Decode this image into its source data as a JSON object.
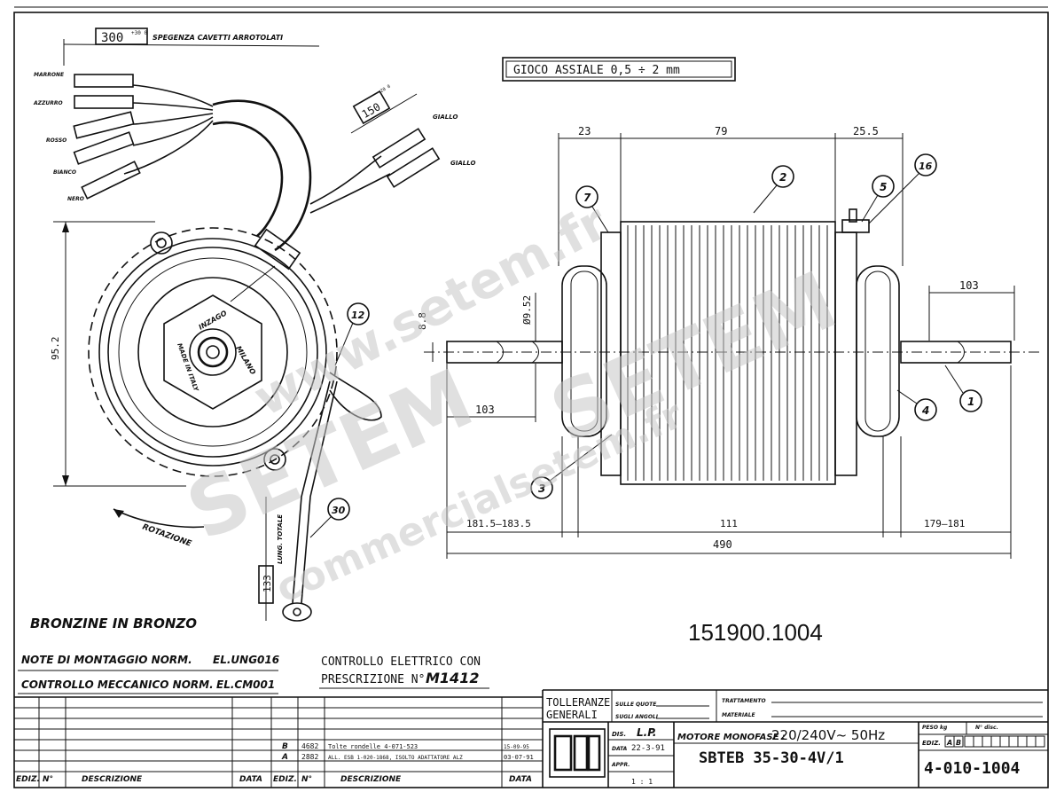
{
  "header": {
    "cable_length": "300",
    "cable_tol": "+30 0",
    "cable_note": "SPEGENZA CAVETTI ARROTOLATI",
    "axial_play": "GIOCO ASSIALE  0,5 ÷ 2 mm"
  },
  "wires": {
    "left": [
      "MARRONE",
      "AZZURRO",
      "ROSSO",
      "BIANCO",
      "NERO"
    ],
    "right": [
      "GIALLO",
      "GIALLO"
    ],
    "right_length": "150",
    "right_tol": "+20 0"
  },
  "end_view": {
    "height": "95.2",
    "hub_text": [
      "INZAGO",
      "MILANO",
      "MADE IN ITALY"
    ],
    "rotation": "ROTAZIONE",
    "lead_len": "133",
    "lead_note": "LUNG. TOTALE"
  },
  "dims": {
    "d23": "23",
    "d79": "79",
    "d25": "25.5",
    "d103a": "103",
    "d103b": "103",
    "shaft": "Ø9.52",
    "flat": "8.8",
    "d181": "181.5–183.5",
    "d111": "111",
    "d179": "179–181",
    "d490": "490"
  },
  "balloons": [
    "1",
    "2",
    "3",
    "4",
    "5",
    "7",
    "12",
    "16",
    "30"
  ],
  "notes": {
    "bearings": "BRONZINE IN BRONZO",
    "part_number": "151900.1004",
    "assembly": "NOTE DI MONTAGGIO NORM.",
    "assembly_code": "EL.UNG016",
    "mech": "CONTROLLO MECCANICO NORM.",
    "mech_code": "EL.CM001",
    "elec1": "CONTROLLO ELETTRICO CON",
    "elec2": "PRESCRIZIONE N°",
    "elec_code": "M1412"
  },
  "title_block": {
    "col_ediz": "EDIZ.",
    "col_n": "N°",
    "col_desc": "DESCRIZIONE",
    "col_data": "DATA",
    "rev_b": "B",
    "rev_b_n": "4682",
    "rev_b_desc": "Tolte rondelle  4-071-523",
    "rev_b_date": "15-09-95",
    "rev_a": "A",
    "rev_a_n": "2882",
    "rev_a_desc": "ALL. ESB 1-020-1868, ISOLTO ADATTATORE ALZ",
    "rev_a_date": "03-07-91",
    "tolerances": "TOLLERANZE",
    "general": "GENERALI",
    "on_dims": "SULLE QUOTE",
    "on_angles": "SUGLI ANGOLI",
    "treatment": "TRATTAMENTO",
    "material": "MATERIALE",
    "drawn_label": "DIS.",
    "drawn_by": "L.P.",
    "date_label": "DATA",
    "date": "22-3-91",
    "approved": "APPR.",
    "scale": "1 : 1",
    "motor_label": "MOTORE MONOFASE :",
    "motor_spec": "220/240V~ 50Hz",
    "model": "SBTEB 35-30-4V/1",
    "weight": "PESO kg",
    "sheet_n": "N° disc.",
    "edition": "EDIZ.",
    "ed_a": "A",
    "ed_b": "B",
    "drawing_number": "4-010-1004"
  },
  "watermark": {
    "w1": "www.setem.fr",
    "w2": "SETEM",
    "w3": "SETEM",
    "w4": "commercialsetem.fr"
  }
}
